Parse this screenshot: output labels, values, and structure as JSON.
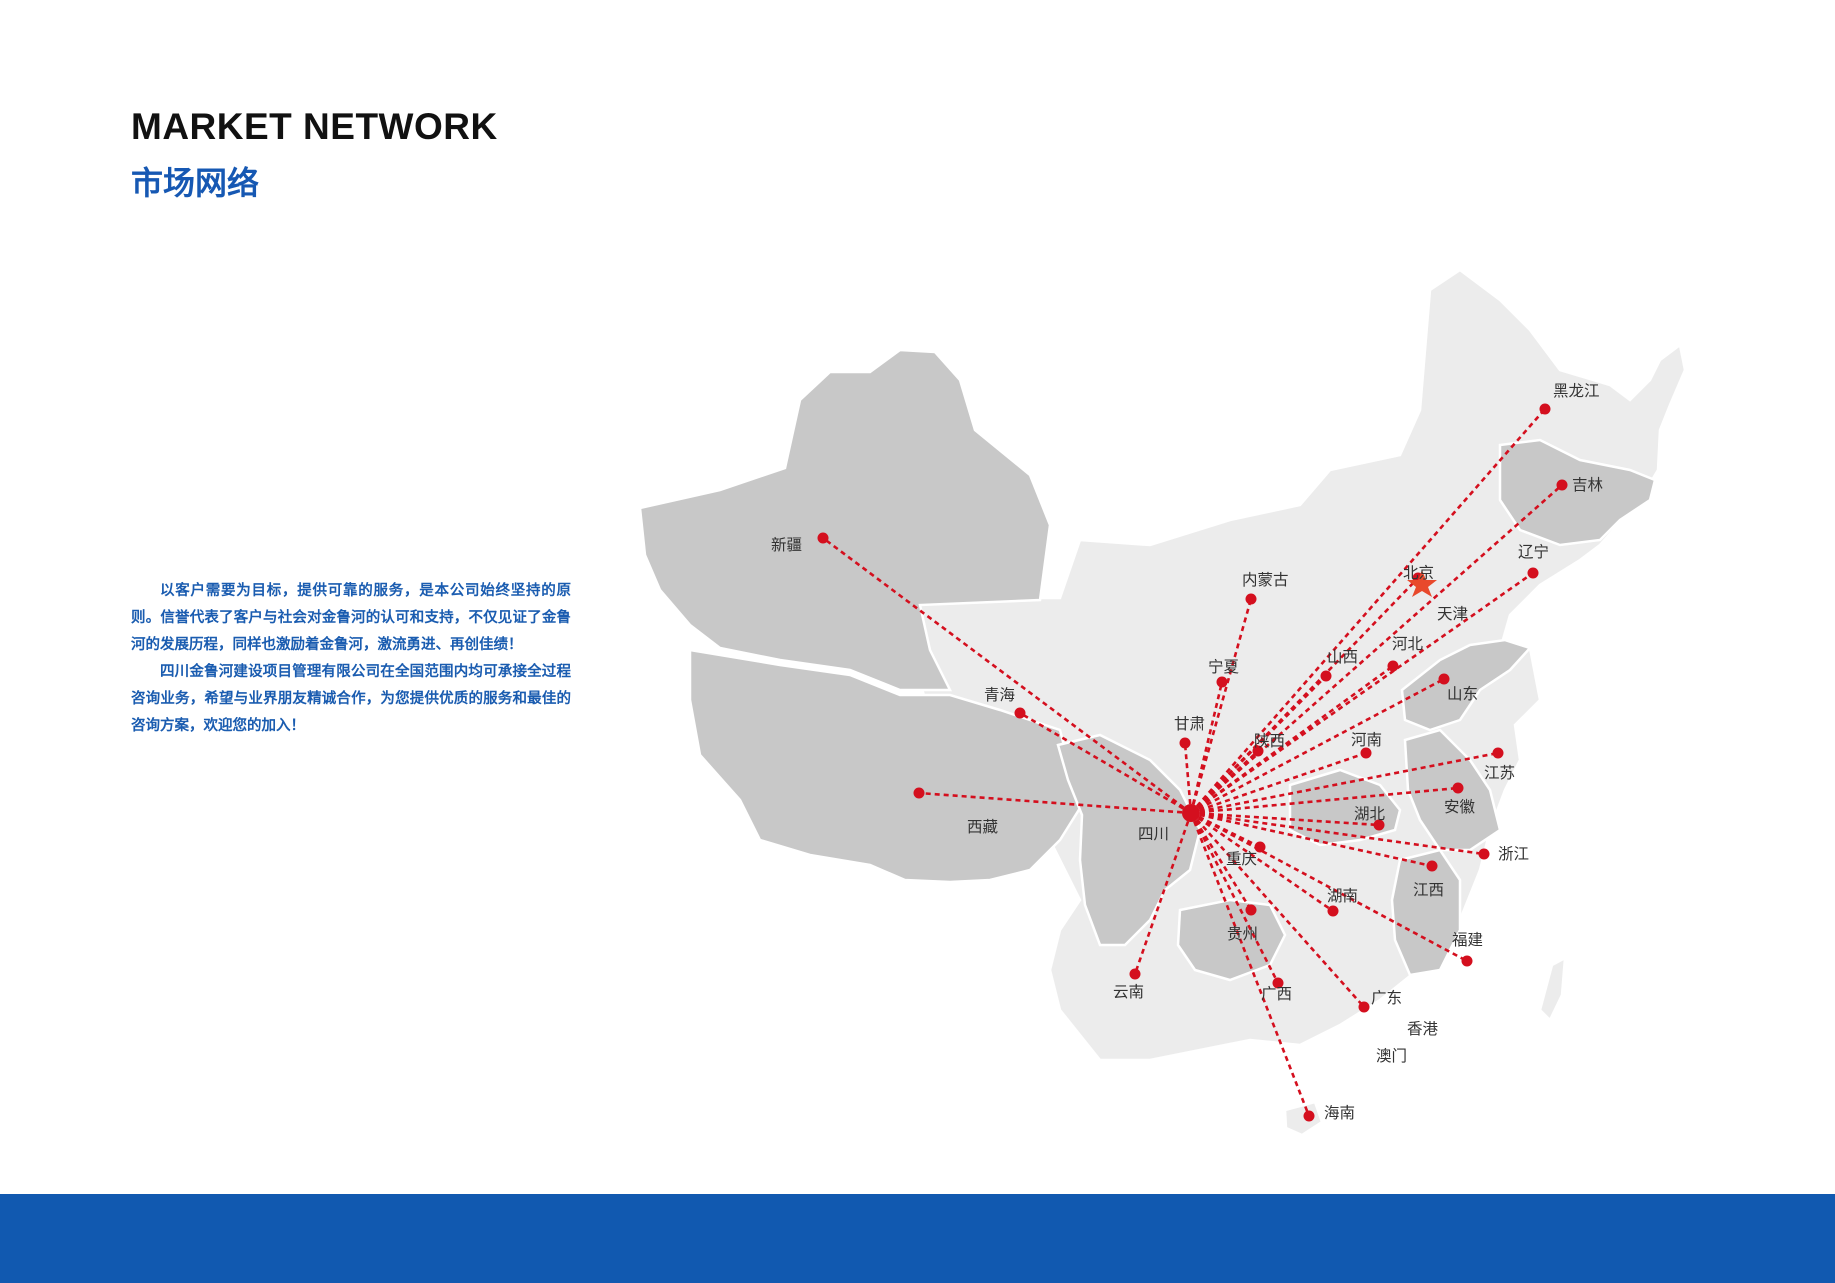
{
  "heading": {
    "title_en": "MARKET NETWORK",
    "title_cn": "市场网络"
  },
  "intro": {
    "paragraph_1": "以客户需要为目标，提供可靠的服务，是本公司始终坚持的原则。信誉代表了客户与社会对金鲁河的认可和支持，不仅见证了金鲁河的发展历程，同样也激励着金鲁河，激流勇进、再创佳绩！",
    "paragraph_2": "四川金鲁河建设项目管理有限公司在全国范围内均可承接全过程咨询业务，希望与业界朋友精诚合作，为您提供优质的服务和最佳的咨询方案，欢迎您的加入！"
  },
  "colors": {
    "title_blue": "#1658b3",
    "route_red": "#d40f1e",
    "region_dark": "#c8c8c8",
    "region_light": "#ececec",
    "footer_blue": "#1159b0"
  },
  "map": {
    "hub": "四川",
    "capital": "北京",
    "capital_icon": "star-icon",
    "provinces_with_routes": [
      "黑龙江",
      "吉林",
      "辽宁",
      "北京",
      "新疆",
      "内蒙古",
      "宁夏",
      "山西",
      "河北",
      "山东",
      "青海",
      "甘肃",
      "陕西",
      "河南",
      "江苏",
      "安徽",
      "西藏",
      "湖北",
      "浙江",
      "重庆",
      "江西",
      "湖南",
      "贵州",
      "福建",
      "云南",
      "广西",
      "广东",
      "海南"
    ],
    "labels": {
      "heilongjiang": "黑龙江",
      "jilin": "吉林",
      "liaoning": "辽宁",
      "beijing": "北京",
      "tianjin": "天津",
      "xinjiang": "新疆",
      "neimenggu": "内蒙古",
      "ningxia": "宁夏",
      "shanxi": "山西",
      "hebei": "河北",
      "shandong": "山东",
      "qinghai": "青海",
      "gansu": "甘肃",
      "shaanxi": "陕西",
      "henan": "河南",
      "jiangsu": "江苏",
      "anhui": "安徽",
      "xizang": "西藏",
      "sichuan": "四川",
      "hubei": "湖北",
      "zhejiang": "浙江",
      "chongqing": "重庆",
      "jiangxi": "江西",
      "hunan": "湖南",
      "guizhou": "贵州",
      "fujian": "福建",
      "yunnan": "云南",
      "guangxi": "广西",
      "guangdong": "广东",
      "xianggang": "香港",
      "aomen": "澳门",
      "hainan": "海南"
    }
  }
}
